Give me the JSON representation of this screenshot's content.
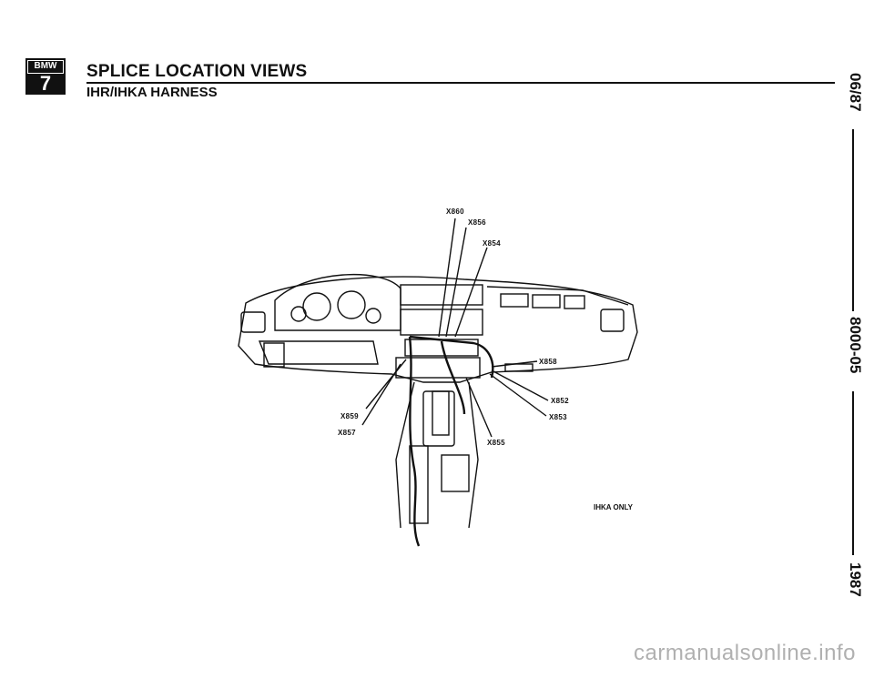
{
  "logo": {
    "brand": "BMW",
    "model": "7"
  },
  "header": {
    "title": "SPLICE LOCATION VIEWS",
    "subtitle": "IHR/IHKA HARNESS"
  },
  "sidebar": {
    "date": "06/87",
    "doc_number": "8000-05",
    "year": "1987"
  },
  "callouts": {
    "x860": "X860",
    "x856": "X856",
    "x854": "X854",
    "x858": "X858",
    "x852": "X852",
    "x853": "X853",
    "x855": "X855",
    "x859": "X859",
    "x857": "X857"
  },
  "note": "IHKA ONLY",
  "watermark": "carmanualsonline.info"
}
